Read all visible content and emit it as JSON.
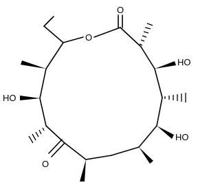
{
  "molecule": {
    "labels": {
      "ring_oxygen": "O",
      "carbonyl_oxygen_top": "O",
      "hydroxyl_upper_right": "HO",
      "hydroxyl_left": "HO",
      "hydroxyl_lower_right": "HO",
      "ketone_oxygen": "O"
    },
    "colors": {
      "ink": "#000000",
      "background": "#ffffff"
    }
  }
}
